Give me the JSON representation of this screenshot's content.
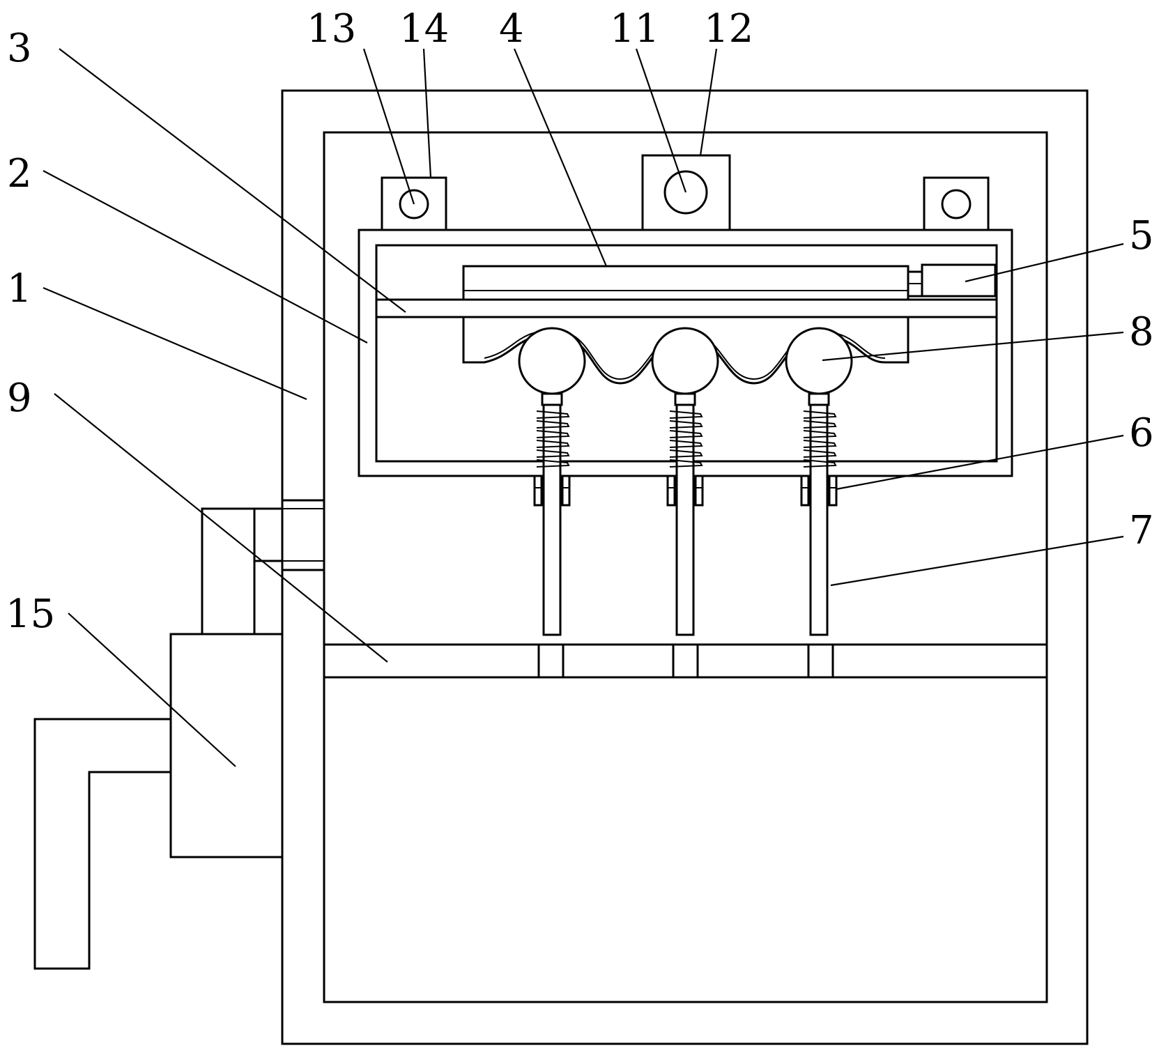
{
  "figure": {
    "labels": [
      {
        "id": "1",
        "text": "1"
      },
      {
        "id": "2",
        "text": "2"
      },
      {
        "id": "3",
        "text": "3"
      },
      {
        "id": "4",
        "text": "4"
      },
      {
        "id": "5",
        "text": "5"
      },
      {
        "id": "6",
        "text": "6"
      },
      {
        "id": "7",
        "text": "7"
      },
      {
        "id": "8",
        "text": "8"
      },
      {
        "id": "9",
        "text": "9"
      },
      {
        "id": "11",
        "text": "11"
      },
      {
        "id": "12",
        "text": "12"
      },
      {
        "id": "13",
        "text": "13"
      },
      {
        "id": "14",
        "text": "14"
      },
      {
        "id": "15",
        "text": "15"
      }
    ],
    "colors": {
      "line": "#000000",
      "background": "#ffffff"
    }
  }
}
